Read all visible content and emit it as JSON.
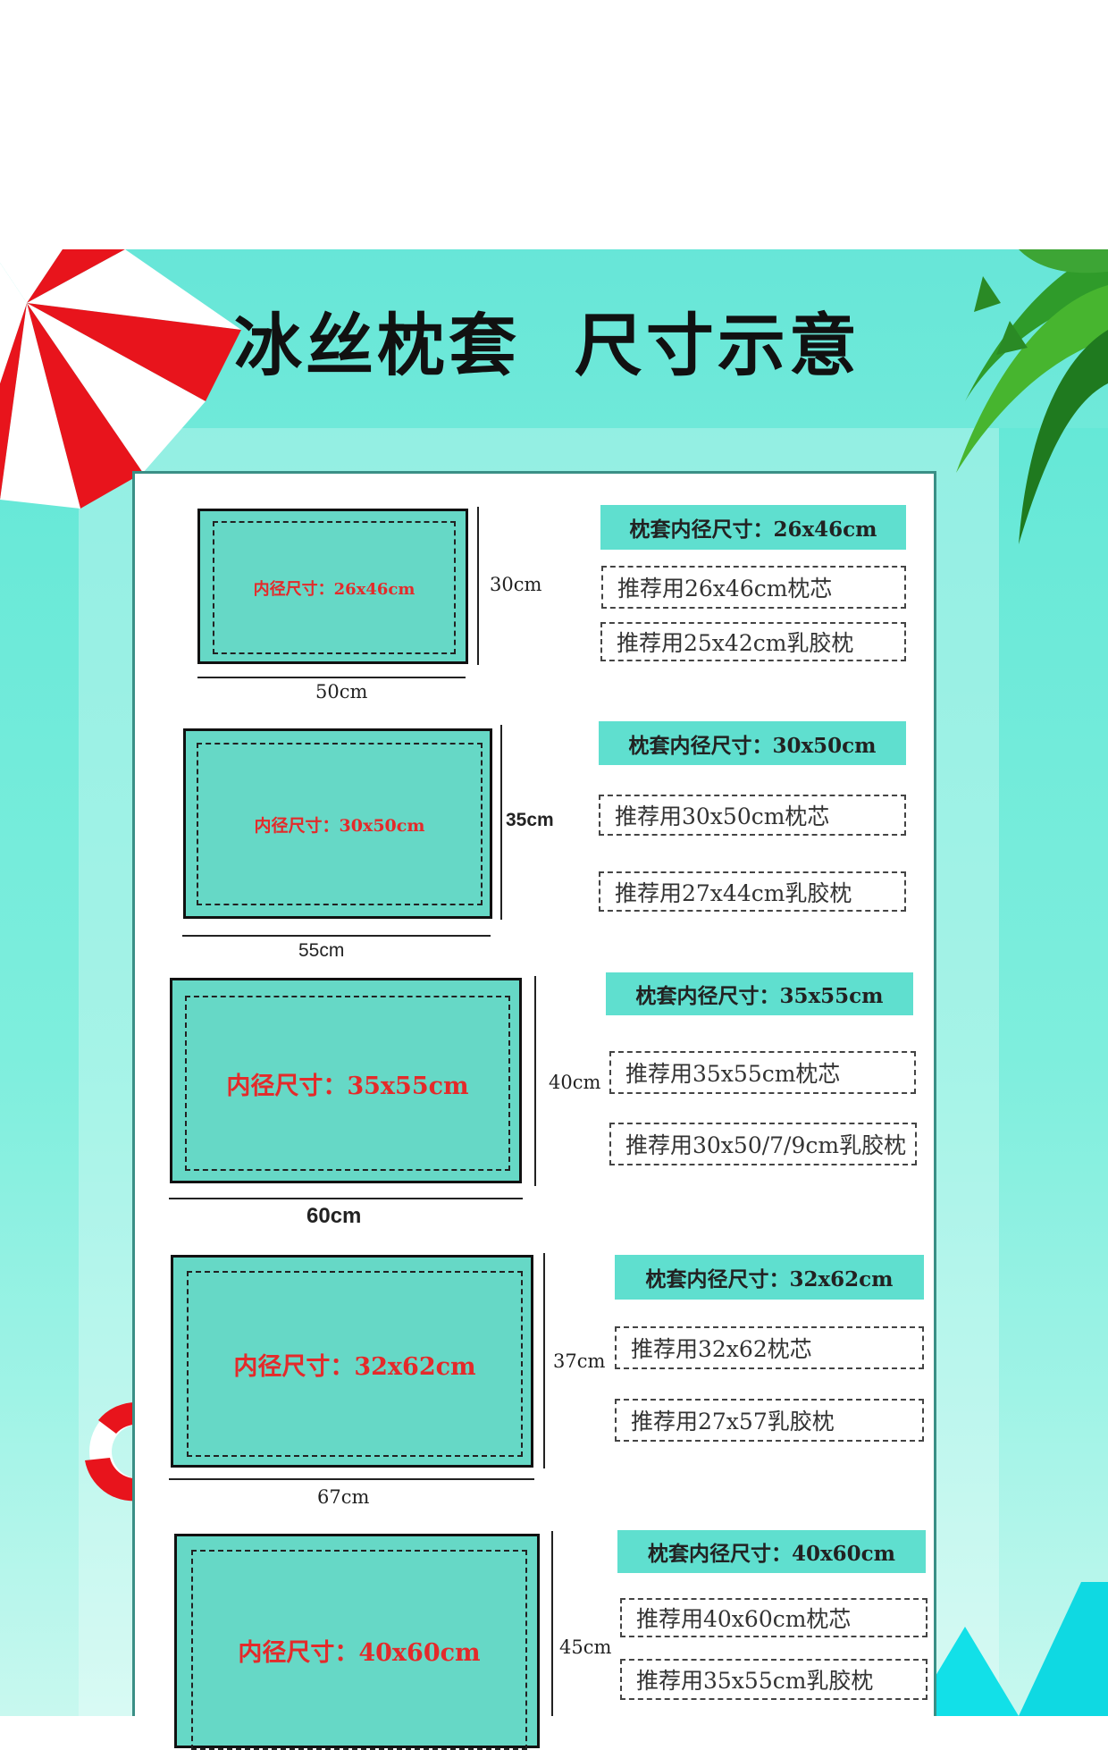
{
  "title": "冰丝枕套  尺寸示意",
  "colors": {
    "teal": "#5fdfcf",
    "pillow_fill": "#66d8c6",
    "red_text": "#e42a2a"
  },
  "items": [
    {
      "inner_label": "内径尺寸：26x46cm",
      "height_label": "30cm",
      "width_label": "50cm",
      "spec_label": "枕套内径尺寸：26x46cm",
      "rec1": "推荐用26x46cm枕芯",
      "rec2": "推荐用25x42cm乳胶枕"
    },
    {
      "inner_label": "内径尺寸：30x50cm",
      "height_label": "35cm",
      "width_label": "55cm",
      "spec_label": "枕套内径尺寸：30x50cm",
      "rec1": "推荐用30x50cm枕芯",
      "rec2": "推荐用27x44cm乳胶枕"
    },
    {
      "inner_label": "内径尺寸：35x55cm",
      "height_label": "40cm",
      "width_label": "60cm",
      "spec_label": "枕套内径尺寸：35x55cm",
      "rec1": "推荐用35x55cm枕芯",
      "rec2": "推荐用30x50/7/9cm乳胶枕"
    },
    {
      "inner_label": "内径尺寸：32x62cm",
      "height_label": "37cm",
      "width_label": "67cm",
      "spec_label": "枕套内径尺寸：32x62cm",
      "rec1": "推荐用32x62枕芯",
      "rec2": "推荐用27x57乳胶枕"
    },
    {
      "inner_label": "内径尺寸：40x60cm",
      "height_label": "45cm",
      "width_label": "",
      "spec_label": "枕套内径尺寸：40x60cm",
      "rec1": "推荐用40x60cm枕芯",
      "rec2": "推荐用35x55cm乳胶枕"
    }
  ]
}
